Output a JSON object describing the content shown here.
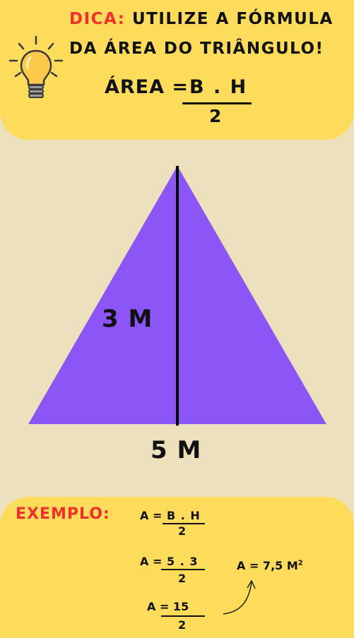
{
  "tip": {
    "accent_word": "DICA:",
    "line1_rest": " UTILIZE A FÓRMULA",
    "line2": "DA ÁREA DO TRIÂNGULO!",
    "formula_label": "ÁREA =",
    "formula_numerator": "B . H",
    "formula_denominator": "2",
    "icon": "lightbulb-icon"
  },
  "figure": {
    "height_label": "3 M",
    "base_label": "5 M",
    "triangle_color": "#8c55f5"
  },
  "example": {
    "title": "EXEMPLO:",
    "step1_lhs": "A =",
    "step1_numerator": "B . H",
    "step1_denominator": "2",
    "step2_lhs": "A =",
    "step2_numerator": "5 . 3",
    "step2_denominator": "2",
    "step3_equation": "A = 15",
    "step3_denominator": "2",
    "result": "A = 7,5 M",
    "result_superscript": "2"
  },
  "colors": {
    "panel": "#fddc5c",
    "background": "#ece0bd",
    "accent": "#f0302d"
  }
}
